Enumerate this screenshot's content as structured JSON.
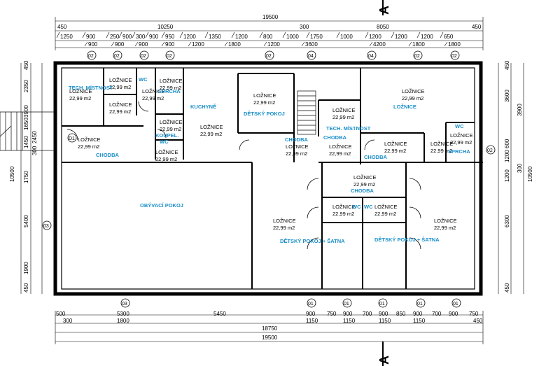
{
  "north_marker": "A",
  "dims": {
    "overall_top": "19500",
    "top_left": "10250",
    "top_right": "8050",
    "top_edge_left": "450",
    "top_edge_right": "450",
    "top_300": "300",
    "top_row_a": [
      "1250",
      "900",
      "250",
      "900",
      "300",
      "900",
      "950",
      "1200",
      "1350",
      "1200",
      "800",
      "1000",
      "1750",
      "1000",
      "1200",
      "1200",
      "1200",
      "650"
    ],
    "top_row_b": [
      "900",
      "900",
      "900",
      "900",
      "1200",
      "1800",
      "1200",
      "3600",
      "4200",
      "1800",
      "1800"
    ],
    "top_300b": "300",
    "bottom_overall": "19500",
    "bottom_mid": "18750",
    "bottom_row_a": [
      "500",
      "5300",
      "5450",
      "900",
      "750",
      "900",
      "700",
      "900",
      "850",
      "900",
      "700",
      "900",
      "750"
    ],
    "bottom_row_b": [
      "300",
      "1800",
      "1150",
      "1150",
      "1150",
      "1150",
      "450"
    ],
    "left": [
      "450",
      "2350",
      "3900",
      "1650",
      "1450",
      "1750",
      "5400",
      "1900",
      "450",
      "10500",
      "300",
      "2450"
    ],
    "right": [
      "450",
      "3600",
      "3900",
      "600",
      "1200",
      "1200",
      "6300",
      "450",
      "300",
      "10500"
    ]
  },
  "tags": {
    "top": [
      "02",
      "02",
      "02",
      "02",
      "02",
      "04",
      "04",
      "02",
      "02"
    ],
    "bottom": [
      "03",
      "01",
      "01",
      "01",
      "01",
      "01"
    ],
    "left_d1": "D1",
    "left_o3": "03",
    "right_o2": "02"
  },
  "rooms": [
    {
      "label": "LOŽNICE",
      "area": "22,99 m2"
    },
    {
      "label": "LOŽNICE",
      "area": "22,99 m2"
    },
    {
      "label": "LOŽNICE",
      "area": "22,99 m2"
    },
    {
      "label": "LOŽNICE",
      "area": "22,99 m2"
    },
    {
      "label": "LOŽNICE",
      "area": "22,99 m2"
    },
    {
      "label": "LOŽNICE",
      "area": "22,99 m2"
    },
    {
      "label": "LOŽNICE",
      "area": "22,99 m2"
    },
    {
      "label": "LOŽNICE",
      "area": "22,99 m2"
    },
    {
      "label": "LOŽNICE",
      "area": "22,99 m2"
    },
    {
      "label": "LOŽNICE",
      "area": "22,99 m2"
    },
    {
      "label": "LOŽNICE",
      "area": "22,99 m2"
    },
    {
      "label": "LOŽNICE",
      "area": "22,99 m2"
    },
    {
      "label": "LOŽNICE",
      "area": "22,99 m2"
    },
    {
      "label": "LOŽNICE",
      "area": "22,99 m2"
    },
    {
      "label": "LOŽNICE",
      "area": "22,99 m2"
    },
    {
      "label": "LOŽNICE",
      "area": "22,99 m2"
    },
    {
      "label": "LOŽNICE",
      "area": "22,99 m2"
    },
    {
      "label": "LOŽNICE",
      "area": "22,99 m2"
    },
    {
      "label": "LOŽNICE",
      "area": "22,99 m2"
    },
    {
      "label": "LOŽNICE",
      "area": "22,99 m2"
    },
    {
      "label": "LOŽNICE",
      "area": "22,99 m2"
    },
    {
      "label": "LOŽNICE",
      "area": "22,99 m2"
    }
  ],
  "room_names": {
    "tech_mistnost_1": "TECH. MÍSTNOST",
    "wc_1": "WC",
    "sprcha_1": "SPRCHA",
    "kuchyne": "KUCHYNĚ",
    "detsky_pokoj": "DĚTSKÝ POKOJ",
    "loznice_ne": "LOŽNICE",
    "chodba_1": "CHODBA",
    "koupel": "KOUPEL.",
    "wc_2": "WC",
    "chodba_2": "CHODBA",
    "chodba_3": "CHODBA",
    "tech_mistnost_2": "TECH. MÍSTNOST",
    "chodba_4": "CHODBA",
    "wc_3": "WC",
    "sprcha_2": "SPRCHA",
    "chodba_5": "CHODBA",
    "obyvaci_pokoj": "OBÝVACÍ POKOJ",
    "wc_4": "WC",
    "wc_5": "WC",
    "detsky_pokoj_satna_1": "DĚTSKÝ POKOJ + ŠATNA",
    "detsky_pokoj_satna_2": "DĚTSKÝ POKOJ + ŠATNA"
  }
}
